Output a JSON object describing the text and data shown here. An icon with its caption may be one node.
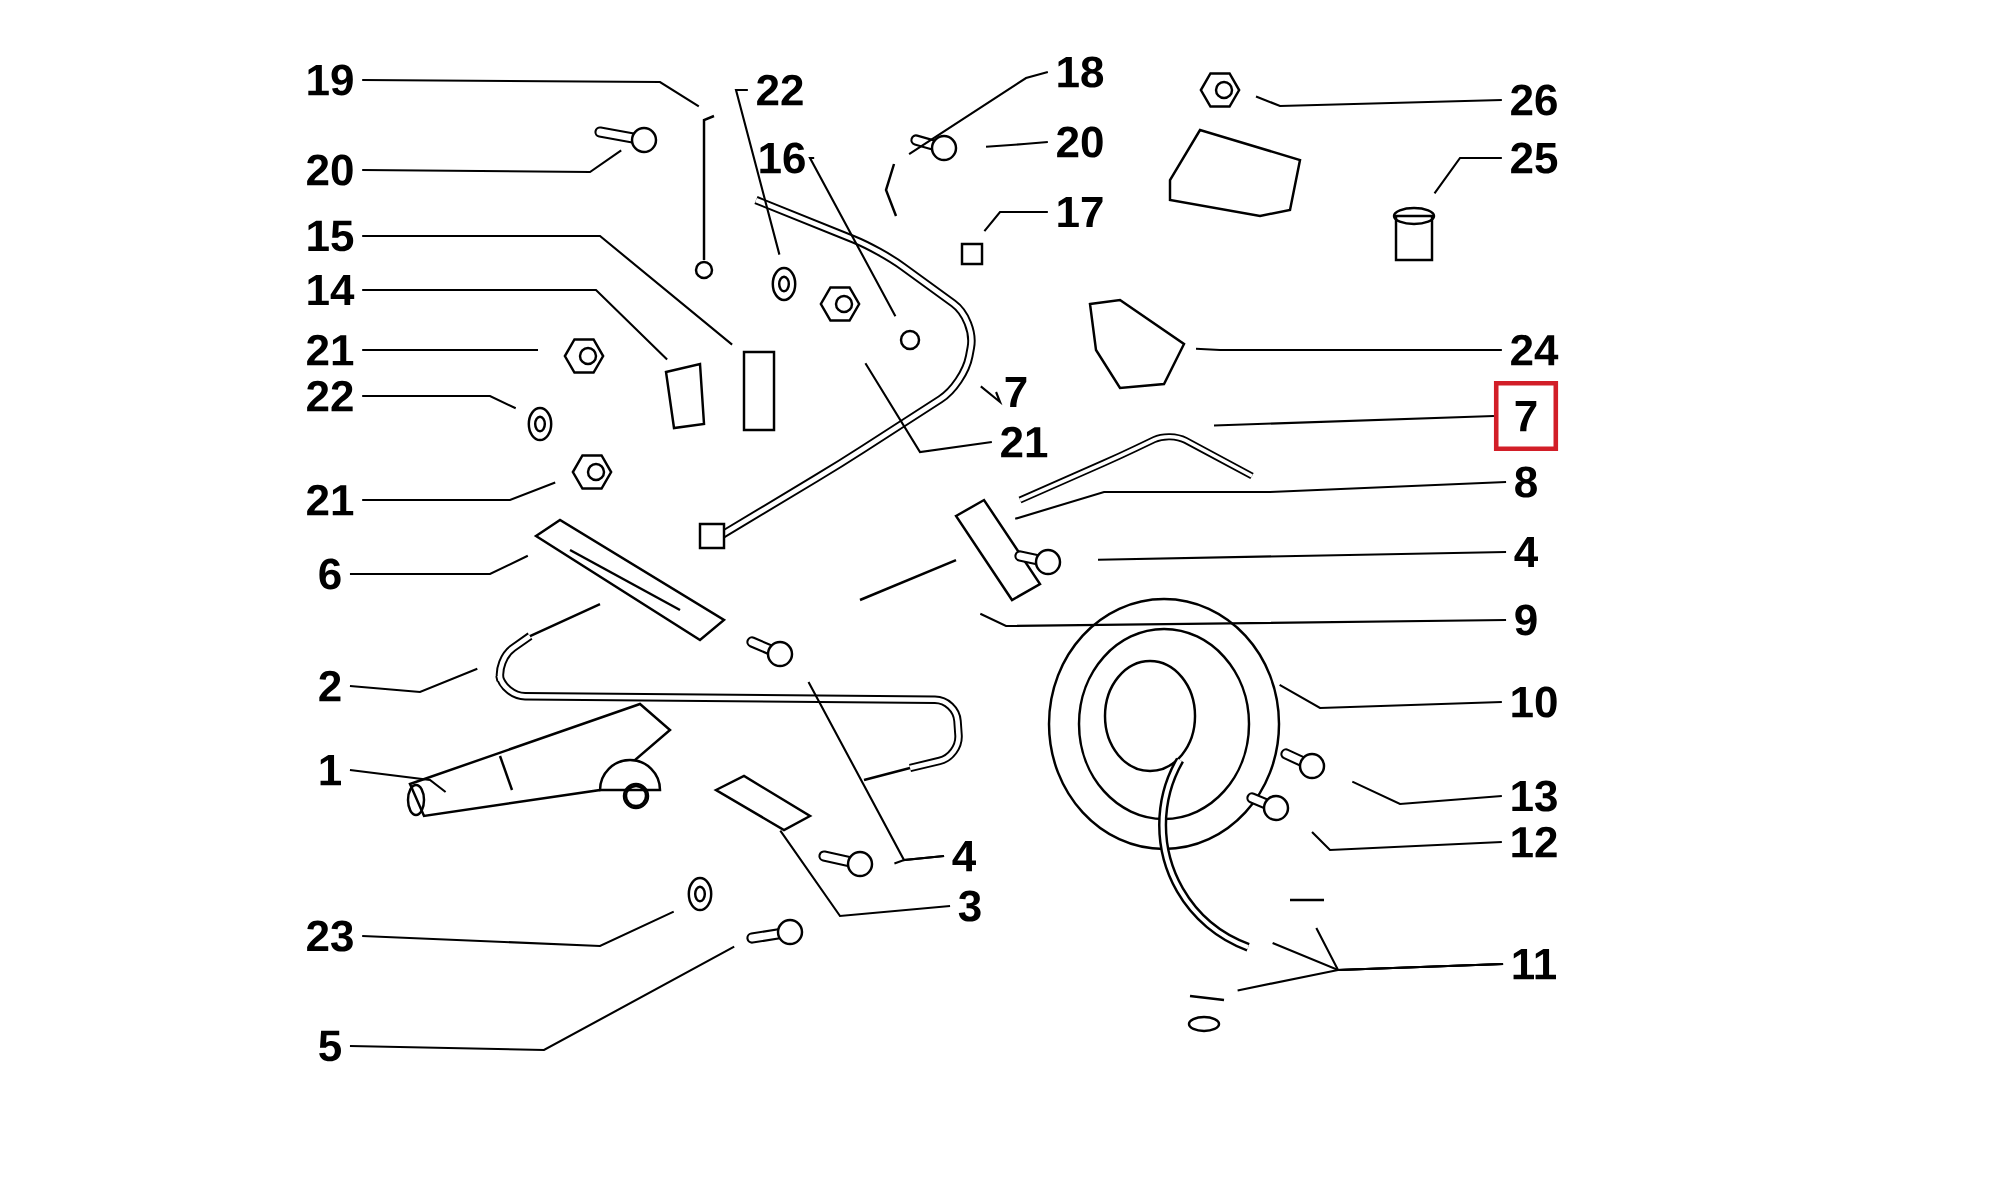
{
  "diagram": {
    "nodes": [
      {
        "text": [
          "19"
        ]
      },
      {
        "text": [
          "22"
        ]
      },
      {
        "text": [
          "18"
        ]
      },
      {
        "text": [
          "26"
        ]
      },
      {
        "text": [
          "20"
        ]
      },
      {
        "text": [
          "20"
        ]
      },
      {
        "text": [
          "16"
        ]
      },
      {
        "text": [
          "25"
        ]
      },
      {
        "text": [
          "17"
        ]
      },
      {
        "text": [
          "15"
        ]
      },
      {
        "text": [
          "14"
        ]
      },
      {
        "text": [
          "21"
        ]
      },
      {
        "text": [
          "24"
        ]
      },
      {
        "text": [
          "22"
        ]
      },
      {
        "text": [
          "7"
        ]
      },
      {
        "text": [
          "7"
        ]
      },
      {
        "text": [
          "21"
        ]
      },
      {
        "text": [
          "8"
        ]
      },
      {
        "text": [
          "21"
        ]
      },
      {
        "text": [
          "4"
        ]
      },
      {
        "text": [
          "6"
        ]
      },
      {
        "text": [
          "9"
        ]
      },
      {
        "text": [
          "2"
        ]
      },
      {
        "text": [
          "10"
        ]
      },
      {
        "text": [
          "1"
        ]
      },
      {
        "text": [
          "13"
        ]
      },
      {
        "text": [
          "12"
        ]
      },
      {
        "text": [
          "4"
        ]
      },
      {
        "text": [
          "3"
        ]
      },
      {
        "text": [
          "23"
        ]
      },
      {
        "text": [
          "11"
        ]
      },
      {
        "text": [
          "5"
        ]
      }
    ],
    "edges": [
      {
        "from": 0,
        "to": null,
        "arrow": "none"
      },
      {
        "from": 1,
        "to": null,
        "arrow": "none"
      },
      {
        "from": 2,
        "to": null,
        "arrow": "none"
      },
      {
        "from": 3,
        "to": null,
        "arrow": "none"
      },
      {
        "from": 4,
        "to": null,
        "arrow": "none"
      },
      {
        "from": 5,
        "to": null,
        "arrow": "none"
      },
      {
        "from": 6,
        "to": null,
        "arrow": "none"
      },
      {
        "from": 7,
        "to": null,
        "arrow": "none"
      },
      {
        "from": 8,
        "to": null,
        "arrow": "none"
      },
      {
        "from": 9,
        "to": null,
        "arrow": "none"
      },
      {
        "from": 10,
        "to": null,
        "arrow": "none"
      },
      {
        "from": 11,
        "to": null,
        "arrow": "none"
      },
      {
        "from": 12,
        "to": null,
        "arrow": "none"
      },
      {
        "from": 13,
        "to": null,
        "arrow": "none"
      },
      {
        "from": 14,
        "to": null,
        "arrow": "none"
      },
      {
        "from": 15,
        "to": null,
        "arrow": "none"
      },
      {
        "from": 16,
        "to": null,
        "arrow": "none"
      },
      {
        "from": 17,
        "to": null,
        "arrow": "none"
      },
      {
        "from": 18,
        "to": null,
        "arrow": "none"
      },
      {
        "from": 19,
        "to": null,
        "arrow": "none"
      },
      {
        "from": 20,
        "to": null,
        "arrow": "none"
      },
      {
        "from": 21,
        "to": null,
        "arrow": "none"
      },
      {
        "from": 22,
        "to": null,
        "arrow": "none"
      },
      {
        "from": 23,
        "to": null,
        "arrow": "none"
      },
      {
        "from": 24,
        "to": null,
        "arrow": "none"
      },
      {
        "from": 25,
        "to": null,
        "arrow": "none"
      },
      {
        "from": 26,
        "to": null,
        "arrow": "none"
      },
      {
        "from": 27,
        "to": null,
        "arrow": "none"
      },
      {
        "from": 27,
        "to": null,
        "arrow": "none"
      },
      {
        "from": 28,
        "to": null,
        "arrow": "none"
      },
      {
        "from": 29,
        "to": null,
        "arrow": "none"
      },
      {
        "from": 30,
        "to": null,
        "arrow": "none"
      },
      {
        "from": 30,
        "to": null,
        "arrow": "none"
      },
      {
        "from": 30,
        "to": null,
        "arrow": "none"
      },
      {
        "from": 31,
        "to": null,
        "arrow": "none"
      }
    ]
  }
}
